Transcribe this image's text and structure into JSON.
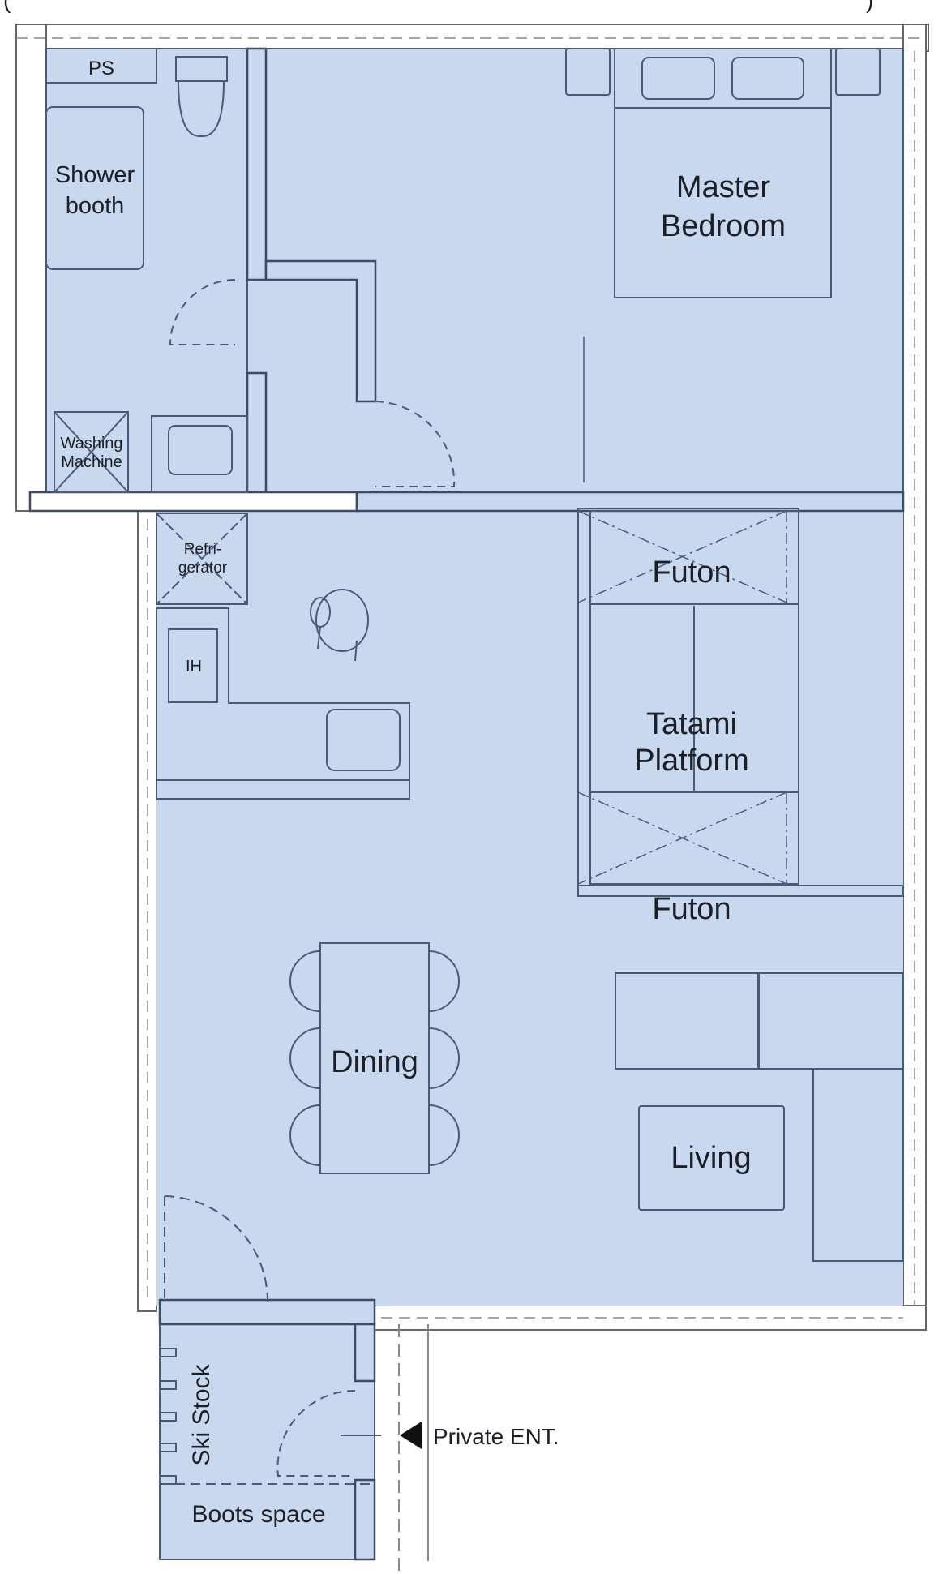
{
  "title": {
    "visible_fragment": "(                                                                                 )"
  },
  "colors": {
    "floor": "#c8d8ee",
    "line": "#4a5a78",
    "wall": "#ffffff",
    "text": "#1c1f26"
  },
  "rooms": {
    "ps": "PS",
    "shower": [
      "Shower",
      "booth"
    ],
    "washing": [
      "Washing",
      "Machine"
    ],
    "master_bedroom": [
      "Master",
      "Bedroom"
    ],
    "refrigerator": [
      "Refri-",
      "gerator"
    ],
    "ih": "IH",
    "futon_top": "Futon",
    "tatami": [
      "Tatami",
      "Platform"
    ],
    "futon_bottom": "Futon",
    "dining": "Dining",
    "living": "Living",
    "ski_stock": "Ski Stock",
    "boots_space": "Boots space"
  },
  "annotations": {
    "entrance": "Private ENT.",
    "entrance_icon": "left-pointing-triangle"
  }
}
